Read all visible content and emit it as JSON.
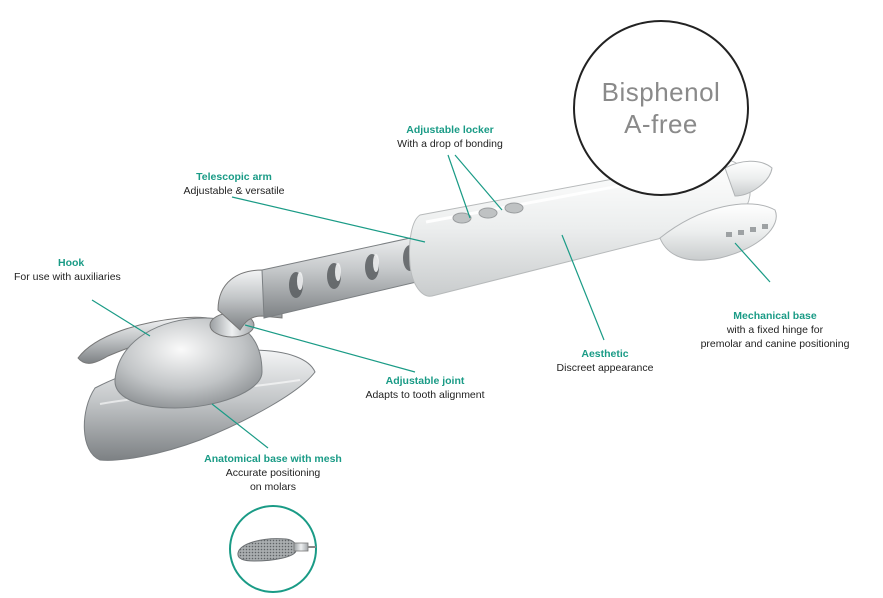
{
  "badge": {
    "line1": "Bisphenol",
    "line2": "A-free"
  },
  "callouts": {
    "hook": {
      "title": "Hook",
      "desc": "For use with auxiliaries"
    },
    "telescopic_arm": {
      "title": "Telescopic arm",
      "desc": "Adjustable & versatile"
    },
    "adjustable_locker": {
      "title": "Adjustable locker",
      "desc": "With a drop of bonding"
    },
    "adjustable_joint": {
      "title": "Adjustable joint",
      "desc": "Adapts to tooth alignment"
    },
    "aesthetic": {
      "title": "Aesthetic",
      "desc": "Discreet appearance"
    },
    "mechanical_base": {
      "title": "Mechanical base",
      "desc1": "with a fixed hinge for",
      "desc2": "premolar and canine positioning"
    },
    "anatomical_base": {
      "title": "Anatomical base with mesh",
      "desc1": "Accurate positioning",
      "desc2": "on molars"
    }
  },
  "colors": {
    "accent": "#1a9b86",
    "text": "#1f1f1f",
    "metal": "#b9bcbe",
    "sleeve": "#ebeded"
  }
}
